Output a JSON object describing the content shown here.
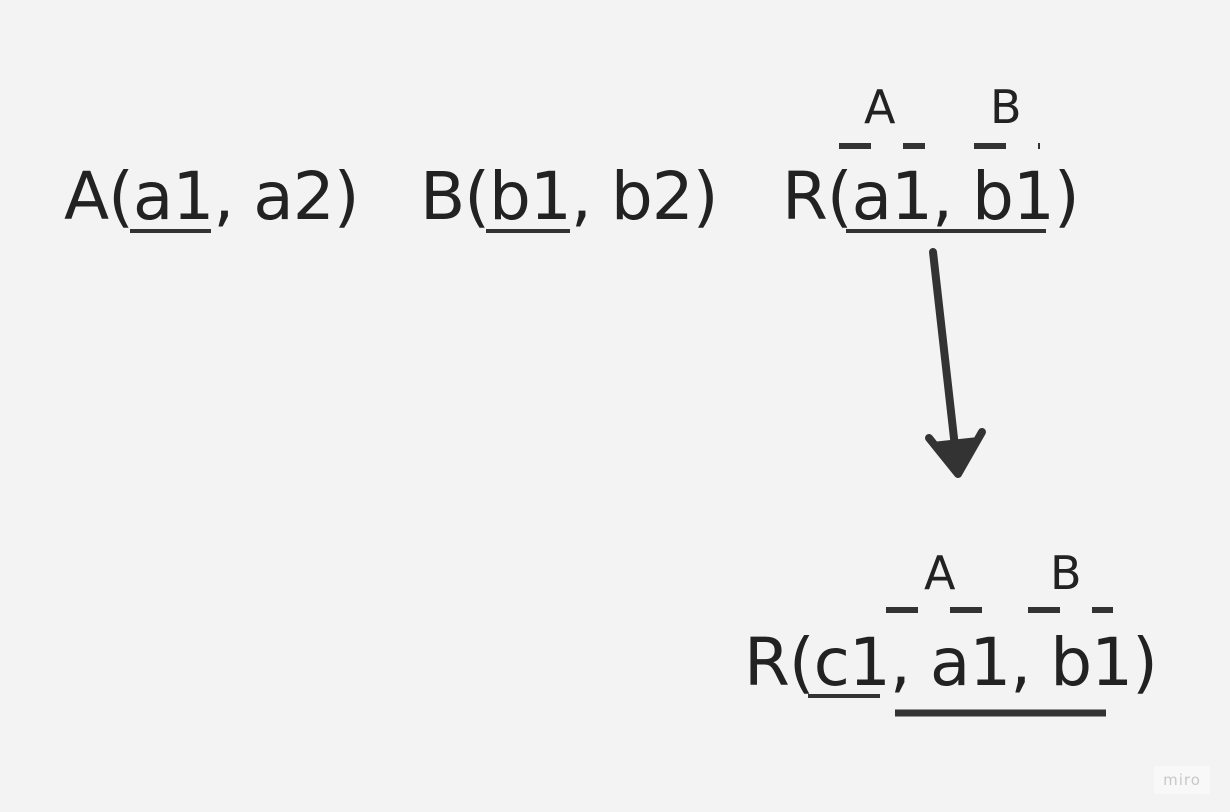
{
  "canvas": {
    "background": "#f3f3f3",
    "ink": "#222222",
    "line_color": "#333333"
  },
  "top_row": {
    "relation_a": {
      "name": "A(",
      "key": "a1",
      "rest": ", a2)"
    },
    "relation_b": {
      "name": "B(",
      "key": "b1",
      "rest": ", b2)"
    },
    "relation_r": {
      "name": "R(",
      "key_part1": "a1",
      "key_sep": ", ",
      "key_part2": "b1",
      "rest": ")",
      "fk_label_a": "A",
      "fk_label_b": "B"
    }
  },
  "bottom_row": {
    "relation_r": {
      "name": "R(",
      "key": "c1",
      "rest_mid": ", a1, b1",
      "rest_end": ")",
      "fk_label_a": "A",
      "fk_label_b": "B"
    }
  },
  "arrow": {
    "icon": "arrow-down-icon"
  },
  "watermark": {
    "text": "miro"
  }
}
